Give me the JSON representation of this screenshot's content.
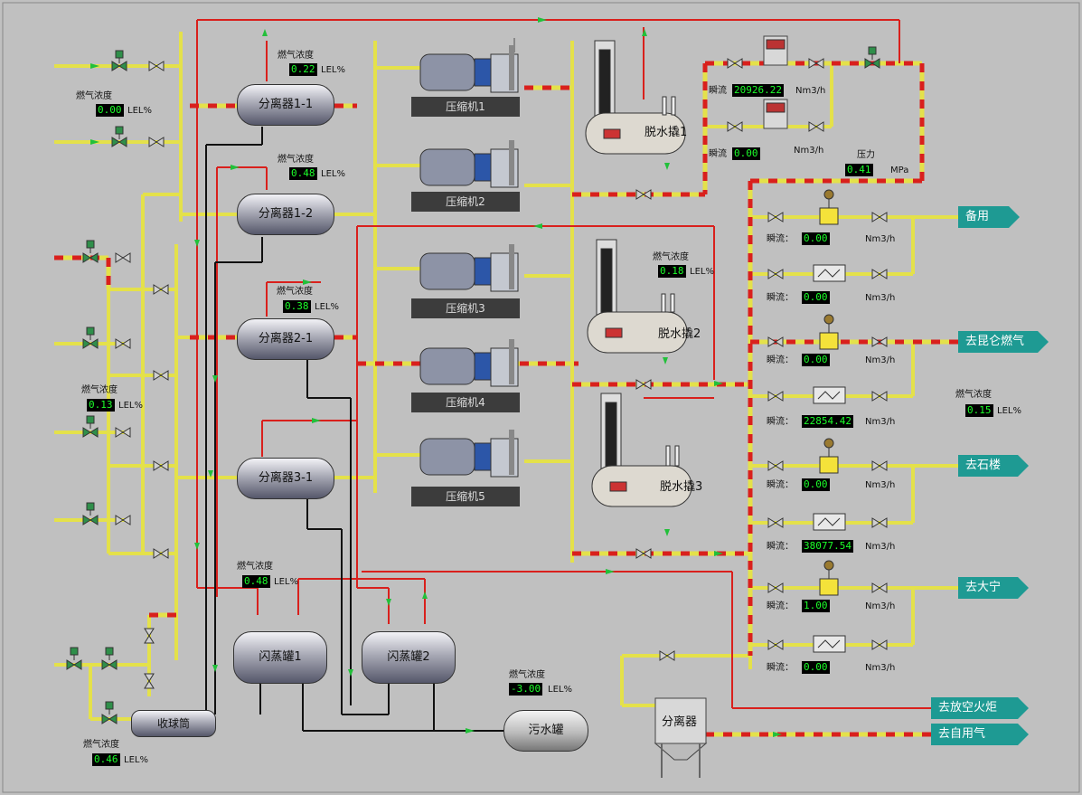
{
  "colors": {
    "background": "#c0c0c0",
    "pipe_yellow": "#e4e14a",
    "pipe_red": "#d9201c",
    "pipe_hot_yellow": "#f0c000",
    "flow_arrow": "#22c03a",
    "lcd_bg": "#000000",
    "lcd_text": "#1cff2a",
    "dest_tag": "#1e9a93"
  },
  "gas": {
    "label": "燃气浓度",
    "unit": "LEL%",
    "readings": [
      "0.00",
      "0.22",
      "0.48",
      "0.38",
      "0.18",
      "0.13",
      "0.48",
      "0.46",
      "-3.00",
      "0.15"
    ]
  },
  "separators": [
    "分离器1-1",
    "分离器1-2",
    "分离器2-1",
    "分离器3-1"
  ],
  "compressors": [
    "压缩机1",
    "压缩机2",
    "压缩机3",
    "压缩机4",
    "压缩机5"
  ],
  "dehydrators": [
    "脱水撬1",
    "脱水撬2",
    "脱水撬3"
  ],
  "flash_tanks": [
    "闪蒸罐1",
    "闪蒸罐2"
  ],
  "receiver": "收球筒",
  "sewage": "污水罐",
  "separator_bottom": "分离器",
  "meters": {
    "flow_label": "瞬流：",
    "unit": "Nm3/h",
    "top1": {
      "label": "瞬流",
      "value": "20926.22",
      "unit": "Nm3/h"
    },
    "top2": {
      "label": "瞬流",
      "value": "0.00",
      "unit": "Nm3/h"
    },
    "pressure": {
      "label": "压力",
      "value": "0.41",
      "unit": "MPa"
    },
    "rows": [
      "0.00",
      "0.00",
      "0.00",
      "22854.42",
      "0.00",
      "38077.54",
      "1.00",
      "0.00"
    ]
  },
  "destinations": [
    "备用",
    "去昆仑燃气",
    "去石楼",
    "去大宁",
    "去放空火炬",
    "去自用气"
  ]
}
